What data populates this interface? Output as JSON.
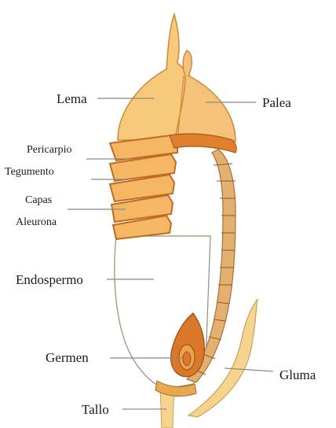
{
  "labels": {
    "lema": "Lema",
    "palea": "Palea",
    "pericarpio": "Pericarpio",
    "tegumento": "Tegumento",
    "capas": "Capas",
    "aleurona": "Aleurona",
    "endospermo": "Endospermo",
    "germen": "Germen",
    "gluma": "Gluma",
    "tallo": "Tallo"
  },
  "colors": {
    "husk": "#f7c97a",
    "husk_dark": "#e8a94e",
    "layer_orange": "#e07f2c",
    "layer_light": "#f5b763",
    "endosperm": "#ffffff",
    "outline": "#9c6a2e",
    "germ": "#d9782a",
    "glume": "#f6d48e"
  }
}
